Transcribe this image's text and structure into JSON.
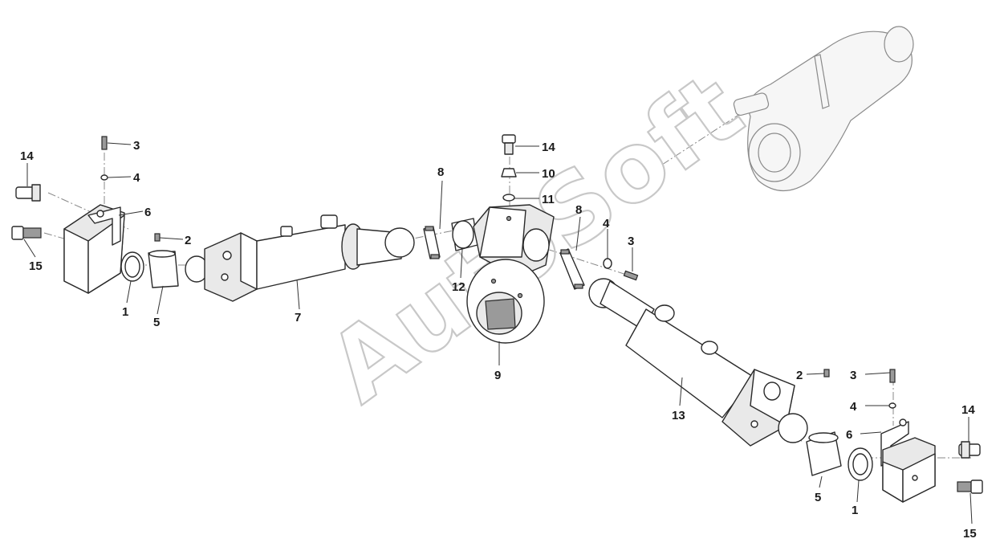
{
  "watermark": "AutoSoft",
  "callouts": [
    {
      "id": "c-left-14",
      "text": "14"
    },
    {
      "id": "c-left-15",
      "text": "15"
    },
    {
      "id": "c-left-3",
      "text": "3"
    },
    {
      "id": "c-left-4",
      "text": "4"
    },
    {
      "id": "c-left-6",
      "text": "6"
    },
    {
      "id": "c-left-2",
      "text": "2"
    },
    {
      "id": "c-left-1",
      "text": "1"
    },
    {
      "id": "c-left-5",
      "text": "5"
    },
    {
      "id": "c-7",
      "text": "7"
    },
    {
      "id": "c-8a",
      "text": "8"
    },
    {
      "id": "c-14-center",
      "text": "14"
    },
    {
      "id": "c-10",
      "text": "10"
    },
    {
      "id": "c-11",
      "text": "11"
    },
    {
      "id": "c-12",
      "text": "12"
    },
    {
      "id": "c-9",
      "text": "9"
    },
    {
      "id": "c-8b",
      "text": "8"
    },
    {
      "id": "c-4-center",
      "text": "4"
    },
    {
      "id": "c-3-center",
      "text": "3"
    },
    {
      "id": "c-13",
      "text": "13"
    },
    {
      "id": "c-right-2",
      "text": "2"
    },
    {
      "id": "c-right-3",
      "text": "3"
    },
    {
      "id": "c-right-4",
      "text": "4"
    },
    {
      "id": "c-right-6",
      "text": "6"
    },
    {
      "id": "c-right-5",
      "text": "5"
    },
    {
      "id": "c-right-1",
      "text": "1"
    },
    {
      "id": "c-right-14",
      "text": "14"
    },
    {
      "id": "c-right-15",
      "text": "15"
    }
  ]
}
